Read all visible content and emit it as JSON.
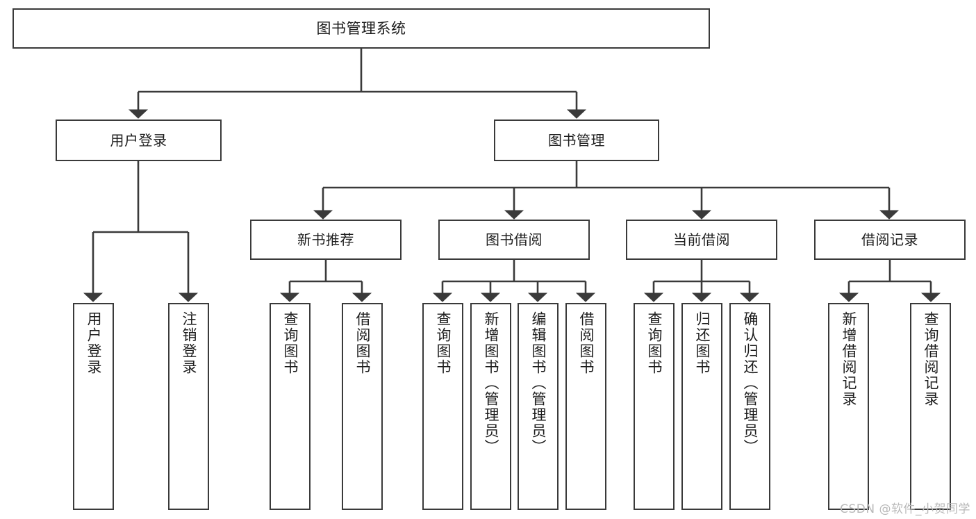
{
  "diagram": {
    "type": "tree-hierarchy-flowchart",
    "title": "图书管理系统",
    "watermark": "CSDN @软件_小贺同学",
    "colors": {
      "background": "#ffffff",
      "stroke": "#3a3a3a",
      "text": "#1d1d1d",
      "watermark": "#b9b9b9"
    },
    "root": {
      "id": "root",
      "label": "图书管理系统"
    },
    "level2": [
      {
        "id": "n-user-login",
        "label": "用户登录"
      },
      {
        "id": "n-book-mgmt",
        "label": "图书管理"
      }
    ],
    "level3": [
      {
        "id": "n-new-book-rec",
        "label": "新书推荐"
      },
      {
        "id": "n-book-borrow",
        "label": "图书借阅"
      },
      {
        "id": "n-current-borrow",
        "label": "当前借阅"
      },
      {
        "id": "n-borrow-record",
        "label": "借阅记录"
      }
    ],
    "leaves": [
      {
        "id": "leaf-user-login",
        "label": "用户登录",
        "parent": "n-user-login"
      },
      {
        "id": "leaf-logout-login",
        "label": "注销登录",
        "parent": "n-user-login"
      },
      {
        "id": "leaf-query-book-1",
        "label": "查询图书",
        "parent": "n-new-book-rec"
      },
      {
        "id": "leaf-borrow-book-1",
        "label": "借阅图书",
        "parent": "n-new-book-rec"
      },
      {
        "id": "leaf-query-book-2",
        "label": "查询图书",
        "parent": "n-book-borrow"
      },
      {
        "id": "leaf-add-book",
        "label": "新增图书（管理员）",
        "parent": "n-book-borrow"
      },
      {
        "id": "leaf-edit-book",
        "label": "编辑图书（管理员）",
        "parent": "n-book-borrow"
      },
      {
        "id": "leaf-borrow-book-2",
        "label": "借阅图书",
        "parent": "n-book-borrow"
      },
      {
        "id": "leaf-query-book-3",
        "label": "查询图书",
        "parent": "n-current-borrow"
      },
      {
        "id": "leaf-return-book",
        "label": "归还图书",
        "parent": "n-current-borrow"
      },
      {
        "id": "leaf-confirm-return",
        "label": "确认归还（管理员）",
        "parent": "n-current-borrow"
      },
      {
        "id": "leaf-add-record",
        "label": "新增借阅记录",
        "parent": "n-borrow-record"
      },
      {
        "id": "leaf-query-record",
        "label": "查询借阅记录",
        "parent": "n-borrow-record"
      }
    ]
  }
}
